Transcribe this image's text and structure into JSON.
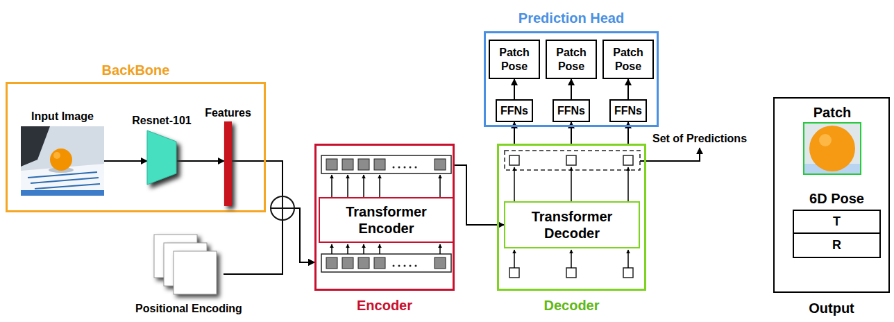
{
  "diagram": {
    "nodes": [
      {
        "text": [
          "BackBone"
        ]
      },
      {
        "text": [
          "Input Image"
        ],
        "in": 0
      },
      {
        "text": [
          "Resnet-101"
        ],
        "in": 0
      },
      {
        "text": [
          "Features"
        ],
        "in": 0
      },
      {
        "text": [
          "Positional Encoding"
        ]
      },
      {
        "text": [
          "Encoder"
        ]
      },
      {
        "text": [
          "Transformer Encoder"
        ],
        "in": 5
      },
      {
        "text": [
          "Decoder"
        ]
      },
      {
        "text": [
          "Transformer Decoder"
        ],
        "in": 7
      },
      {
        "text": [
          "Prediction Head"
        ]
      },
      {
        "text": [
          "Patch Pose"
        ],
        "in": 9
      },
      {
        "text": [
          "Patch Pose"
        ],
        "in": 9
      },
      {
        "text": [
          "Patch Pose"
        ],
        "in": 9
      },
      {
        "text": [
          "FFNs"
        ],
        "in": 9
      },
      {
        "text": [
          "FFNs"
        ],
        "in": 9
      },
      {
        "text": [
          "FFNs"
        ],
        "in": 9
      },
      {
        "text": [
          "Output"
        ]
      },
      {
        "text": [
          "Patch"
        ],
        "in": 16
      },
      {
        "text": [
          "6D Pose"
        ],
        "in": 16
      },
      {
        "text": [
          "T"
        ],
        "in": 18
      },
      {
        "text": [
          "R"
        ],
        "in": 18
      }
    ],
    "edges": [
      {
        "from": 1,
        "to": 2,
        "arrow": "to"
      },
      {
        "from": 2,
        "to": 3,
        "arrow": "to"
      },
      {
        "from": 3,
        "to": 5,
        "arrow": "to"
      },
      {
        "from": 4,
        "to": 5,
        "arrow": "to"
      },
      {
        "from": 5,
        "to": 8,
        "arrow": "to"
      },
      {
        "from": 7,
        "to": 13,
        "arrow": "to"
      },
      {
        "from": 7,
        "to": 14,
        "arrow": "to"
      },
      {
        "from": 7,
        "to": 15,
        "arrow": "to"
      },
      {
        "from": 13,
        "to": 10,
        "arrow": "to"
      },
      {
        "from": 14,
        "to": 11,
        "arrow": "to"
      },
      {
        "from": 15,
        "to": 12,
        "arrow": "to"
      }
    ],
    "labels": [
      "Set of Predictions"
    ]
  }
}
